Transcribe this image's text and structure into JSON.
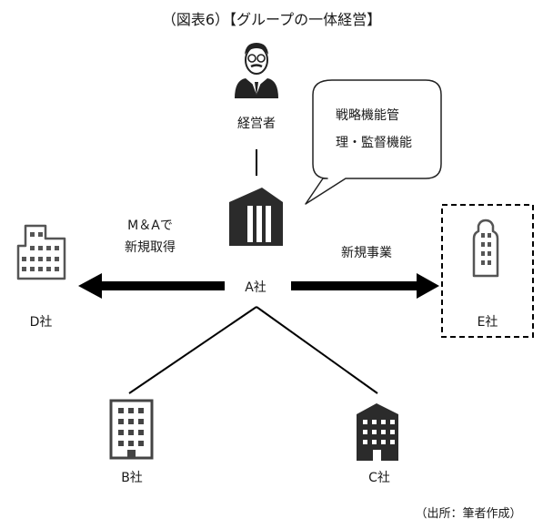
{
  "title": "（図表6）【グループの一体経営】",
  "manager": {
    "label": "経営者"
  },
  "bubble": {
    "line1": "戦略機能管",
    "line2": "理・監督機能"
  },
  "company_a": {
    "label": "A社"
  },
  "company_b": {
    "label": "B社"
  },
  "company_c": {
    "label": "C社"
  },
  "company_d": {
    "label": "D社"
  },
  "company_e": {
    "label": "E社"
  },
  "left_arrow": {
    "line1": "M＆Aで",
    "line2": "新規取得"
  },
  "right_arrow": {
    "label": "新規事業"
  },
  "source": "（出所：筆者作成）"
}
